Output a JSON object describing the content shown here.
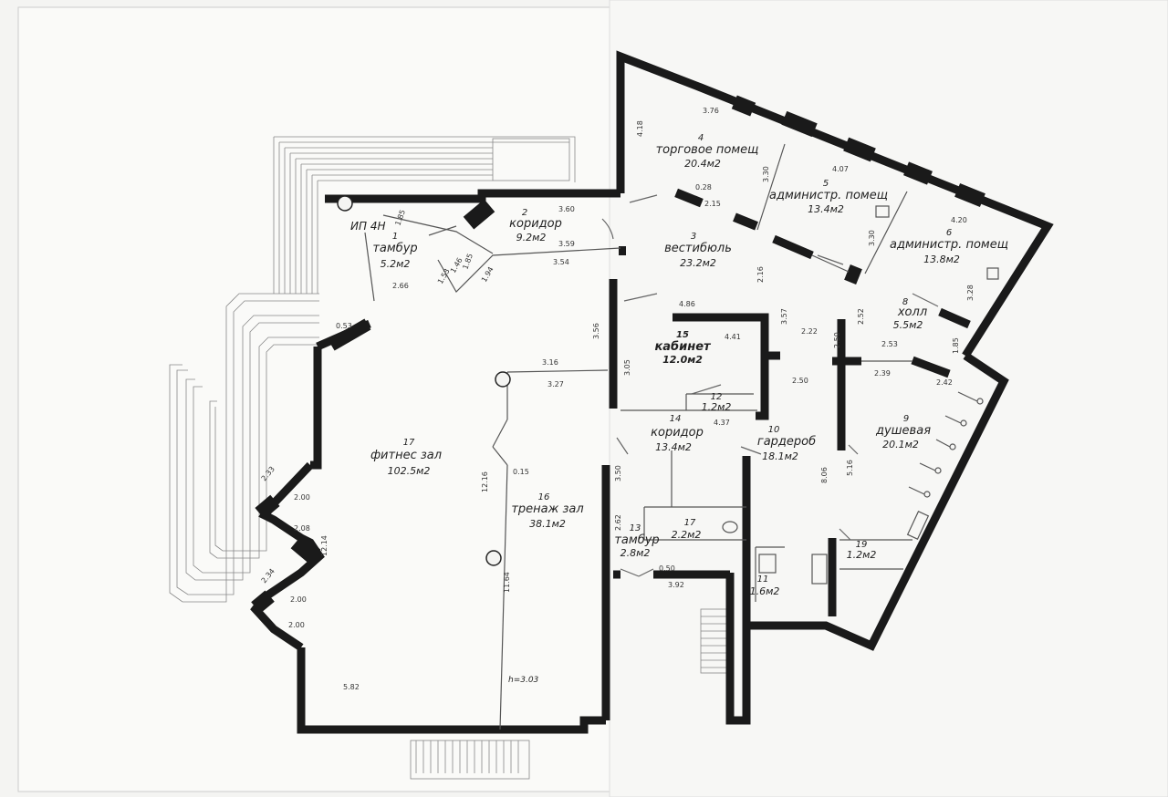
{
  "plan": {
    "column_label": "ИП 4Н",
    "height_label": "h=3.03"
  },
  "rooms": [
    {
      "id": "r1",
      "num": "1",
      "name": "тамбур",
      "area": "5.2м2"
    },
    {
      "id": "r2",
      "num": "2",
      "name": "коридор",
      "area": "9.2м2"
    },
    {
      "id": "r3",
      "num": "3",
      "name": "вестибюль",
      "area": "23.2м2"
    },
    {
      "id": "r4",
      "num": "4",
      "name": "торговое помещ",
      "area": "20.4м2"
    },
    {
      "id": "r5",
      "num": "5",
      "name": "администр. помещ",
      "area": "13.4м2"
    },
    {
      "id": "r6",
      "num": "6",
      "name": "администр. помещ",
      "area": "13.8м2"
    },
    {
      "id": "r8",
      "num": "8",
      "name": "холл",
      "area": "5.5м2"
    },
    {
      "id": "r9",
      "num": "9",
      "name": "душевая",
      "area": "20.1м2"
    },
    {
      "id": "r10",
      "num": "10",
      "name": "гардероб",
      "area": "18.1м2"
    },
    {
      "id": "r11",
      "num": "11",
      "name": "",
      "area": "1.6м2"
    },
    {
      "id": "r12",
      "num": "12",
      "name": "",
      "area": "1.2м2"
    },
    {
      "id": "r13",
      "num": "13",
      "name": "тамбур",
      "area": "2.8м2"
    },
    {
      "id": "r14",
      "num": "14",
      "name": "коридор",
      "area": "13.4м2"
    },
    {
      "id": "r15",
      "num": "15",
      "name": "кабинет",
      "area": "12.0м2"
    },
    {
      "id": "r16",
      "num": "16",
      "name": "тренаж зал",
      "area": "38.1м2"
    },
    {
      "id": "r17",
      "num": "17",
      "name": "фитнес зал",
      "area": "102.5м2"
    },
    {
      "id": "r17b",
      "num": "17",
      "name": "",
      "area": "2.2м2"
    },
    {
      "id": "r19",
      "num": "19",
      "name": "",
      "area": "1.2м2"
    }
  ],
  "dimensions": [
    "3.76",
    "4.18",
    "3.30",
    "4.07",
    "4.20",
    "3.30",
    "3.28",
    "0.28",
    "2.15",
    "3.60",
    "3.59",
    "3.54",
    "1.85",
    "2.66",
    "1.85",
    "1.46",
    "1.53",
    "1.94",
    "0.53",
    "3.16",
    "3.27",
    "3.56",
    "3.05",
    "4.86",
    "4.41",
    "3.57",
    "2.22",
    "2.52",
    "2.50",
    "2.53",
    "2.39",
    "2.42",
    "1.85",
    "2.50",
    "2.16",
    "2.33",
    "2.00",
    "2.08",
    "2.34",
    "2.00",
    "2.00",
    "12.14",
    "12.16",
    "0.15",
    "11.64",
    "3.92",
    "0.50",
    "3.50",
    "2.62",
    "4.37",
    "8.06",
    "5.16",
    "5.82"
  ]
}
